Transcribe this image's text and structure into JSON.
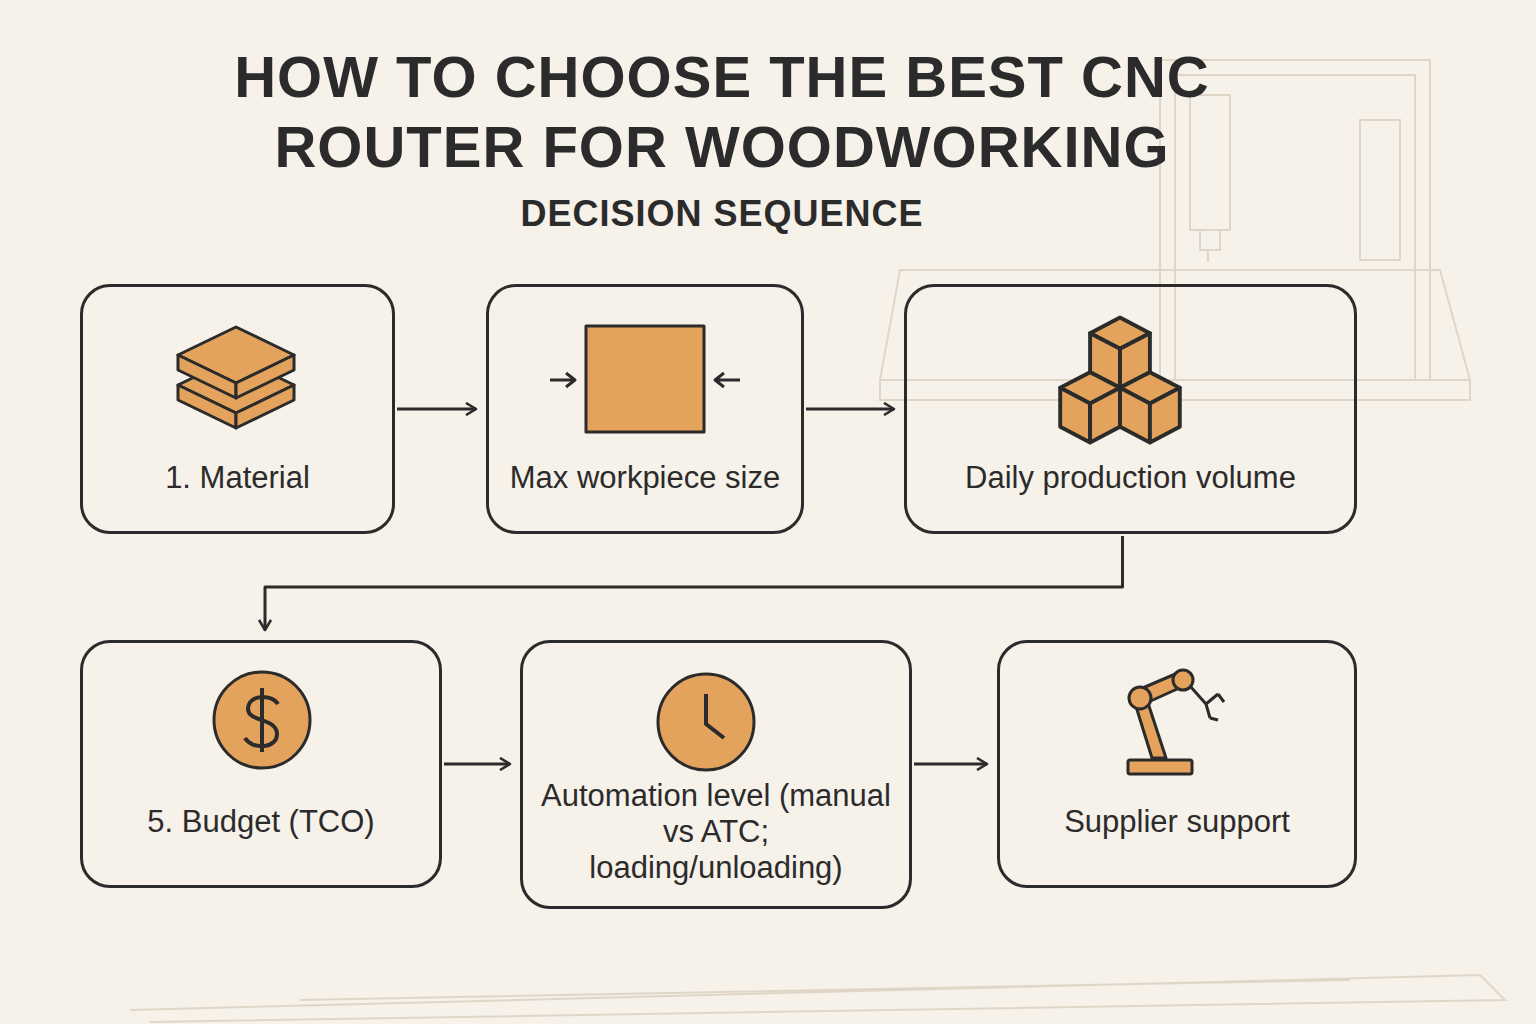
{
  "diagram": {
    "title": "HOW TO CHOOSE THE BEST CNC ROUTER FOR WOODWORKING",
    "nodes": [
      {
        "text": [
          "1. Material"
        ]
      },
      {
        "text": [
          "Max workpiece size"
        ]
      },
      {
        "text": [
          "Daily production volume"
        ]
      },
      {
        "text": [
          "5. Budget (TCO)"
        ]
      },
      {
        "text": [
          "Automation level (manual vs ATC; loading/unloading)"
        ]
      },
      {
        "text": [
          "Supplier support"
        ]
      }
    ],
    "edges": [
      {
        "from": 0,
        "to": 1,
        "arrow": "to"
      },
      {
        "from": 1,
        "to": 2,
        "arrow": "to"
      },
      {
        "from": 2,
        "to": 3,
        "arrow": "to"
      },
      {
        "from": 3,
        "to": 4,
        "arrow": "to"
      },
      {
        "from": 4,
        "to": 5,
        "arrow": "to"
      }
    ],
    "labels": [
      "DECISION SEQUENCE"
    ]
  }
}
